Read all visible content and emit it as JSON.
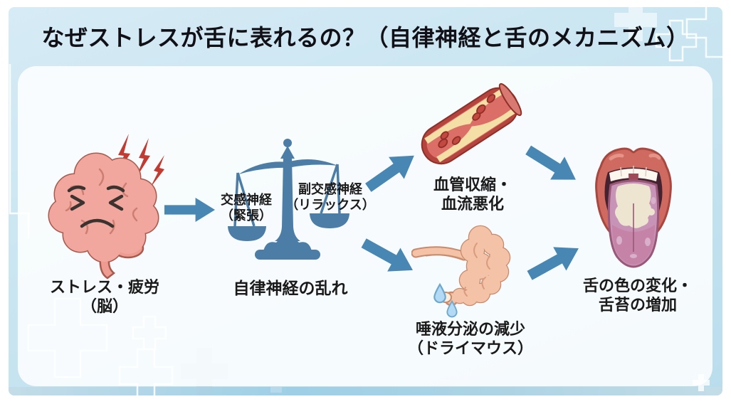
{
  "title": "なぜストレスが舌に表れるの？（自律神経と舌のメカニズム）",
  "flow": {
    "brain": {
      "label_line1": "ストレス・疲労",
      "label_line2": "（脳）"
    },
    "scale": {
      "left_pan_line1": "交感神経",
      "left_pan_line2": "（緊張）",
      "right_pan_line1": "副交感神経",
      "right_pan_line2": "（リラックス）",
      "label": "自律神経の乱れ"
    },
    "vessel": {
      "label_line1": "血管収縮・",
      "label_line2": "血流悪化"
    },
    "gland": {
      "label_line1": "唾液分泌の減少",
      "label_line2": "（ドライマウス）"
    },
    "tongue": {
      "label_line1": "舌の色の変化・",
      "label_line2": "舌苔の増加"
    }
  },
  "colors": {
    "background_blue": "#c9e5f1",
    "panel_white": "#f4f9fc",
    "title_text": "#101016",
    "label_text": "#1a1a1a",
    "arrow_blue": "#4886b4",
    "scale_blue": "#4c7da7",
    "brain_pink": "#f2a79e",
    "lightning_red": "#c23b33",
    "vessel_red": "#b4443d",
    "plaque_cream": "#f4dfa6",
    "gland_peach": "#f4c2a6",
    "drop_blue": "#b2daf4",
    "lip_red": "#ce6a5f",
    "tongue_pink": "#c793b6",
    "coating_cream": "#eee5d1"
  }
}
